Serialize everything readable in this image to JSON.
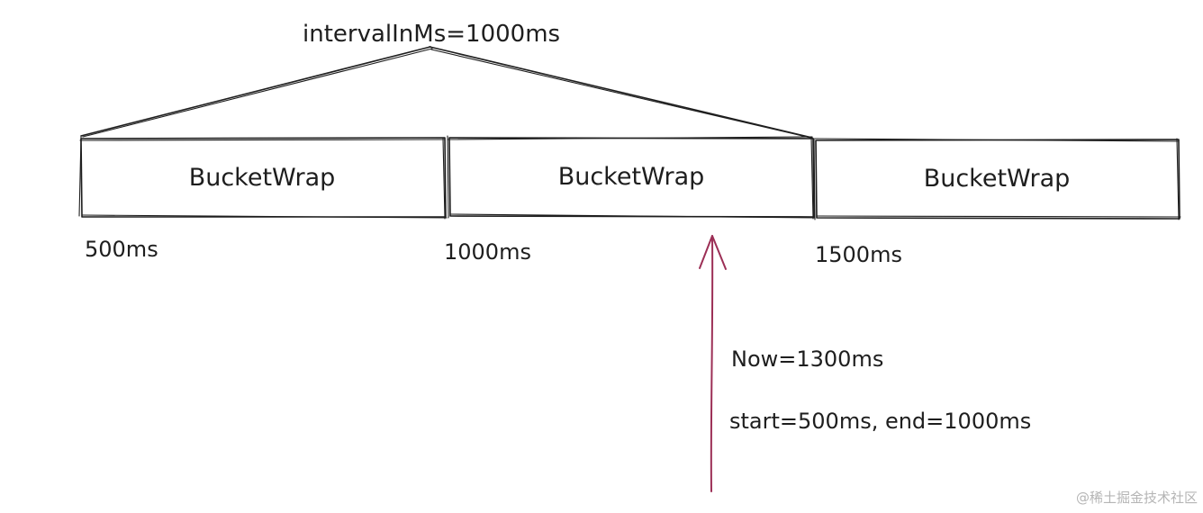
{
  "interval_label": "intervalInMs=1000ms",
  "buckets": [
    {
      "label": "BucketWrap"
    },
    {
      "label": "BucketWrap"
    },
    {
      "label": "BucketWrap"
    }
  ],
  "ticks": [
    "500ms",
    "1000ms",
    "1500ms"
  ],
  "now_label": "Now=1300ms",
  "window_label": "start=500ms, end=1000ms",
  "watermark": "@稀土掘金技术社区",
  "colors": {
    "stroke": "#1e1e1e",
    "arrow": "#9c2f56",
    "watermark": "#b5b5b5"
  }
}
